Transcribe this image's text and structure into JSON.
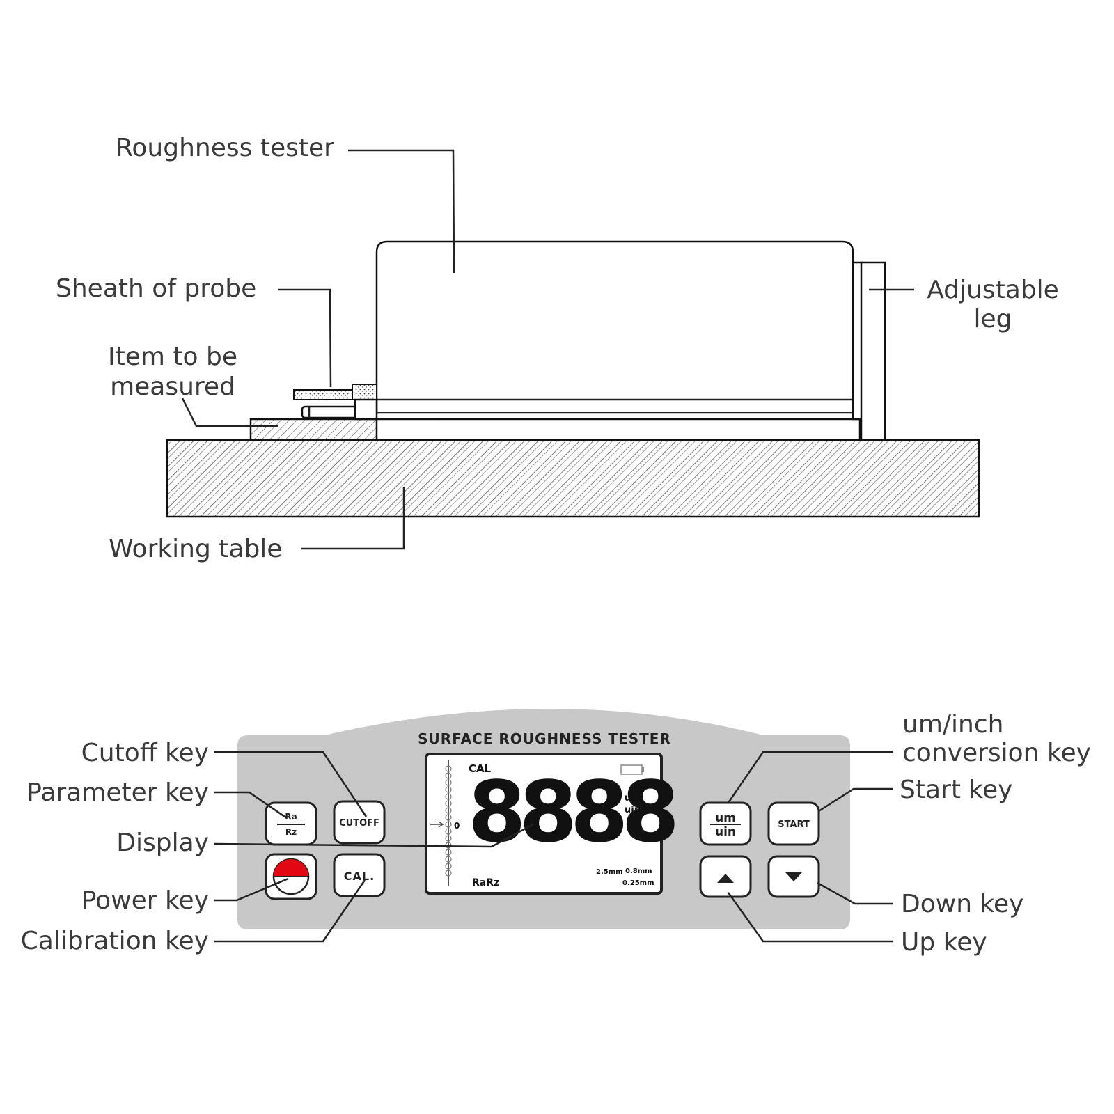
{
  "setup": {
    "labels": {
      "tester": "Roughness tester",
      "sheath": "Sheath of probe",
      "item_line1": "Item to be",
      "item_line2": "measured",
      "leg_line1": "Adjustable",
      "leg_line2": "leg",
      "table": "Working table"
    }
  },
  "panel": {
    "title": "SURFACE ROUGHNESS TESTER",
    "keys": {
      "parameter_top": "Ra",
      "parameter_bottom": "Rz",
      "cutoff": "CUTOFF",
      "calibration": "CAL.",
      "units_top": "um",
      "units_bottom": "uin",
      "start": "START"
    },
    "display": {
      "cal": "CAL",
      "digits": "8888",
      "unit_um": "um",
      "unit_uin": "uin",
      "param": "RaRz",
      "cutoff_1": "2.5mm",
      "cutoff_2": "0.8mm",
      "cutoff_3": "0.25mm",
      "zero": "0"
    },
    "labels": {
      "cutoff": "Cutoff key",
      "parameter": "Parameter key",
      "display": "Display",
      "power": "Power key",
      "calibration": "Calibration key",
      "units_line1": "um/inch",
      "units_line2": "conversion key",
      "start": "Start key",
      "down": "Down key",
      "up": "Up key"
    }
  },
  "colors": {
    "panel_gray": "#c8c8c8",
    "power_red": "#e30613",
    "line": "#222222"
  }
}
